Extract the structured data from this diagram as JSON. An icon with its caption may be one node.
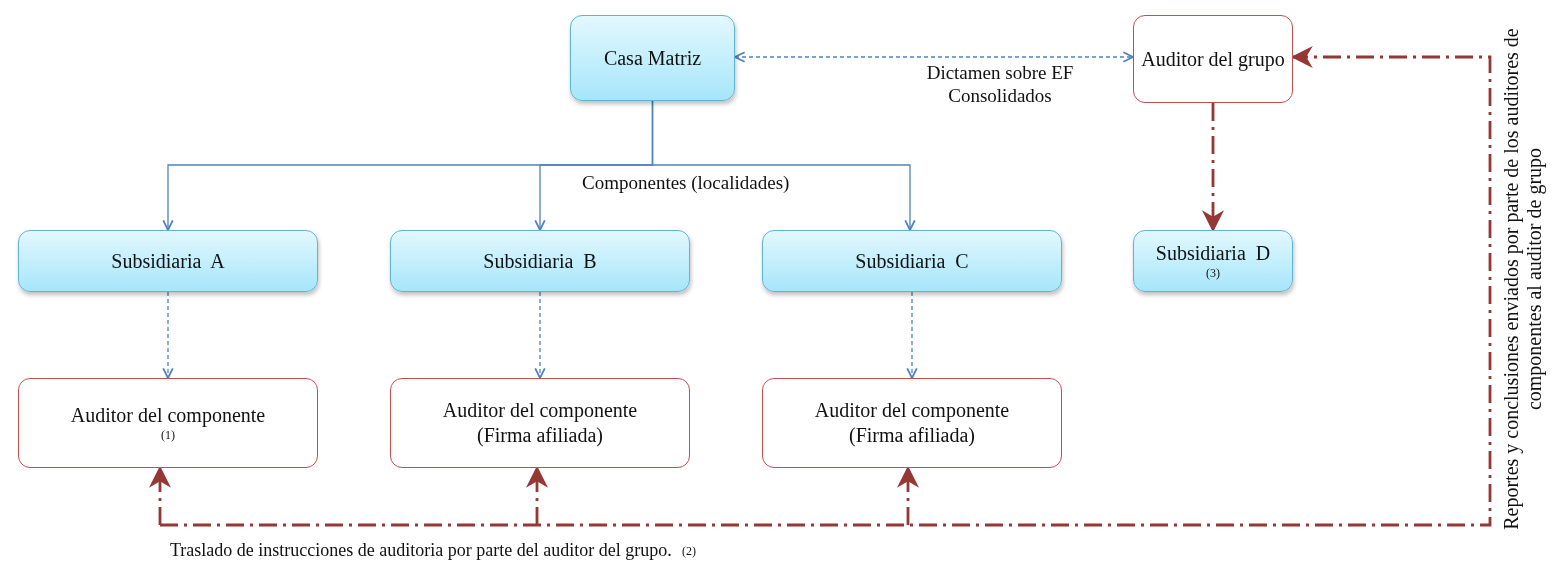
{
  "diagram": {
    "nodes": [
      {
        "text": [
          "Casa Matriz"
        ]
      },
      {
        "text": [
          "Auditor del grupo"
        ]
      },
      {
        "text": [
          "Subsidiaria  A"
        ]
      },
      {
        "text": [
          "Subsidiaria  B"
        ]
      },
      {
        "text": [
          "Subsidiaria  C"
        ]
      },
      {
        "text": [
          "Subsidiaria  D",
          "(3)"
        ]
      },
      {
        "text": [
          "Auditor del componente",
          "(1)"
        ]
      },
      {
        "text": [
          "Auditor del componente",
          "(Firma afiliada)"
        ]
      },
      {
        "text": [
          "Auditor del componente",
          "(Firma afiliada)"
        ]
      }
    ],
    "edges": [
      {
        "from": 0,
        "to": 1,
        "arrow": "both",
        "style": "dashed",
        "label": "Dictamen sobre EF Consolidados"
      },
      {
        "from": 0,
        "to": 2,
        "arrow": "to"
      },
      {
        "from": 0,
        "to": 3,
        "arrow": "to"
      },
      {
        "from": 0,
        "to": 4,
        "arrow": "to"
      },
      {
        "from": 1,
        "to": 5,
        "arrow": "to",
        "style": "dashed",
        "color": "#953735"
      },
      {
        "from": 2,
        "to": 6,
        "arrow": "to",
        "style": "dashed"
      },
      {
        "from": 3,
        "to": 7,
        "arrow": "to",
        "style": "dashed"
      },
      {
        "from": 4,
        "to": 8,
        "arrow": "to",
        "style": "dashed"
      },
      {
        "from": null,
        "to": 6,
        "arrow": "to",
        "style": "dashed",
        "color": "#953735"
      },
      {
        "from": null,
        "to": 7,
        "arrow": "to",
        "style": "dashed",
        "color": "#953735"
      },
      {
        "from": null,
        "to": 8,
        "arrow": "to",
        "style": "dashed",
        "color": "#953735"
      },
      {
        "from": null,
        "to": 1,
        "arrow": "to",
        "style": "dashed",
        "color": "#953735"
      }
    ],
    "labels": [
      "Componentes (localidades)",
      "Traslado de instrucciones de auditoria por parte del auditor del grupo.",
      "(2)",
      "Reportes y conclusiones enviados por parte de los auditores de componentes al auditor de grupo"
    ]
  }
}
